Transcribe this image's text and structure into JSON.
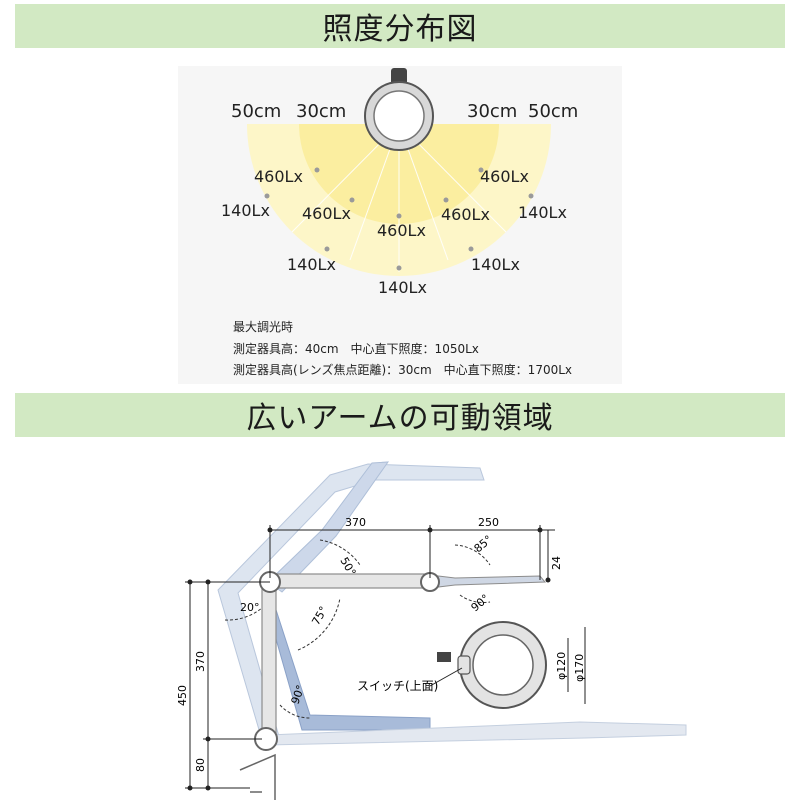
{
  "section1": {
    "title": "照度分布図",
    "dist_labels": {
      "left_outer": "50cm",
      "left_inner": "30cm",
      "right_inner": "30cm",
      "right_outer": "50cm"
    },
    "lux_labels": {
      "l_mid_460": "460Lx",
      "r_mid_460": "460Lx",
      "l_outer_140": "140Lx",
      "r_outer_140": "140Lx",
      "l_in_460": "460Lx",
      "r_in_460": "460Lx",
      "c_460": "460Lx",
      "l_low_140": "140Lx",
      "r_low_140": "140Lx",
      "c_140": "140Lx"
    },
    "specs": [
      "最大調光時",
      "測定器具高：40cm　中心直下照度：1050Lx",
      "測定器具高(レンズ焦点距離)：30cm　中心直下照度：1700Lx"
    ],
    "colors": {
      "outer_zone": "#fdf6c8",
      "inner_zone": "#fbeea0",
      "banner": "#d2e9c3"
    }
  },
  "section2": {
    "title": "広いアームの可動領域",
    "dims": {
      "d370_top": "370",
      "d250": "250",
      "d24": "24",
      "d450": "450",
      "d370_side": "370",
      "d80": "80",
      "d120": "φ120",
      "d170": "φ170"
    },
    "angles": {
      "a50": "50°",
      "a85": "85°",
      "a90_r": "90°",
      "a20": "20°",
      "a75": "75°",
      "a90_b": "90°"
    },
    "switch_label": "スイッチ(上面)",
    "colors": {
      "arm_ghost": "#c9d5e6",
      "arm_blue": "#9fb3d4",
      "arm_main": "#e9e9e9"
    }
  }
}
